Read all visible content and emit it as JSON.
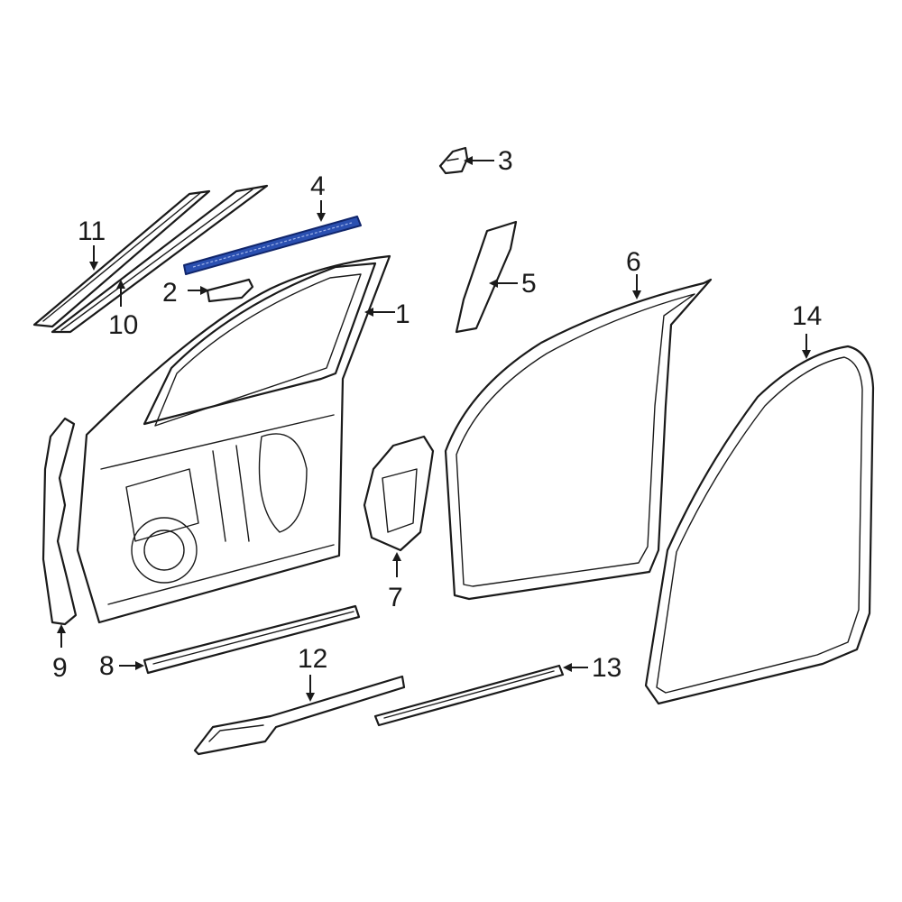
{
  "diagram": {
    "highlight_color": "#2a4fb0",
    "highlighted_part": "4",
    "callouts": {
      "c1": "1",
      "c2": "2",
      "c3": "3",
      "c4": "4",
      "c5": "5",
      "c6": "6",
      "c7": "7",
      "c8": "8",
      "c9": "9",
      "c10": "10",
      "c11": "11",
      "c12": "12",
      "c13": "13",
      "c14": "14"
    }
  }
}
